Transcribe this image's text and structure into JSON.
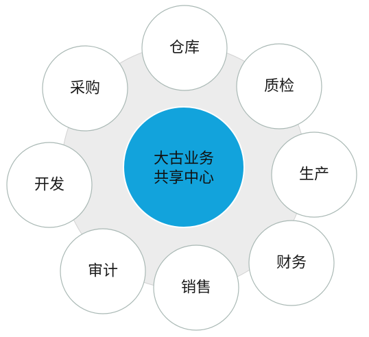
{
  "diagram": {
    "center": {
      "line1": "大古业务",
      "line2": "共享中心",
      "fill": "#12a3dc"
    },
    "ring_fill": "#ececec",
    "ring_stroke": "#d2d2d2",
    "node_fill": "#ffffff",
    "node_stroke": "#a9b8b4",
    "nodes": [
      {
        "label": "仓库"
      },
      {
        "label": "质检"
      },
      {
        "label": "生产"
      },
      {
        "label": "财务"
      },
      {
        "label": "销售"
      },
      {
        "label": "审计"
      },
      {
        "label": "开发"
      },
      {
        "label": "采购"
      }
    ]
  }
}
